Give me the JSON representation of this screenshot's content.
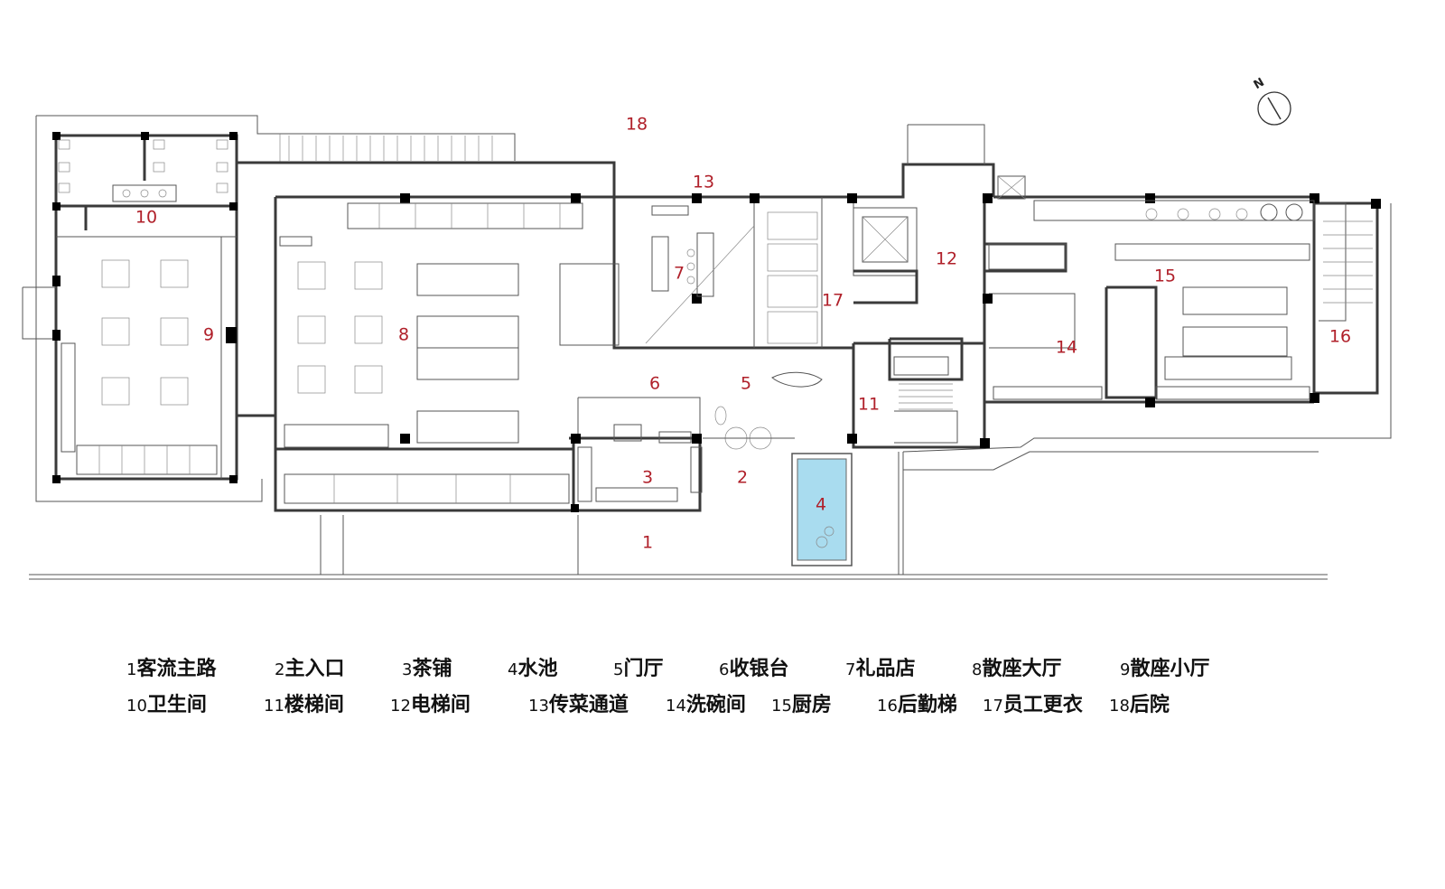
{
  "rooms": [
    {
      "id": "1"
    },
    {
      "id": "2"
    },
    {
      "id": "3"
    },
    {
      "id": "4"
    },
    {
      "id": "5"
    },
    {
      "id": "6"
    },
    {
      "id": "7"
    },
    {
      "id": "8"
    },
    {
      "id": "9"
    },
    {
      "id": "10"
    },
    {
      "id": "11"
    },
    {
      "id": "12"
    },
    {
      "id": "13"
    },
    {
      "id": "14"
    },
    {
      "id": "15"
    },
    {
      "id": "16"
    },
    {
      "id": "17"
    },
    {
      "id": "18"
    }
  ],
  "compass": {
    "label": "N"
  },
  "legend": [
    {
      "num": "1",
      "label": "客流主路"
    },
    {
      "num": "2",
      "label": "主入口"
    },
    {
      "num": "3",
      "label": "茶铺"
    },
    {
      "num": "4",
      "label": "水池"
    },
    {
      "num": "5",
      "label": "门厅"
    },
    {
      "num": "6",
      "label": "收银台"
    },
    {
      "num": "7",
      "label": "礼品店"
    },
    {
      "num": "8",
      "label": "散座大厅"
    },
    {
      "num": "9",
      "label": "散座小厅"
    },
    {
      "num": "10",
      "label": "卫生间"
    },
    {
      "num": "11",
      "label": "楼梯间"
    },
    {
      "num": "12",
      "label": "电梯间"
    },
    {
      "num": "13",
      "label": "传菜通道"
    },
    {
      "num": "14",
      "label": "洗碗间"
    },
    {
      "num": "15",
      "label": "厨房"
    },
    {
      "num": "16",
      "label": "后勤梯"
    },
    {
      "num": "17",
      "label": "员工更衣"
    },
    {
      "num": "18",
      "label": "后院"
    }
  ],
  "colors": {
    "room_number": "#b0202a",
    "pool_water": "#a9dcef",
    "wall": "#3a3a3a"
  }
}
